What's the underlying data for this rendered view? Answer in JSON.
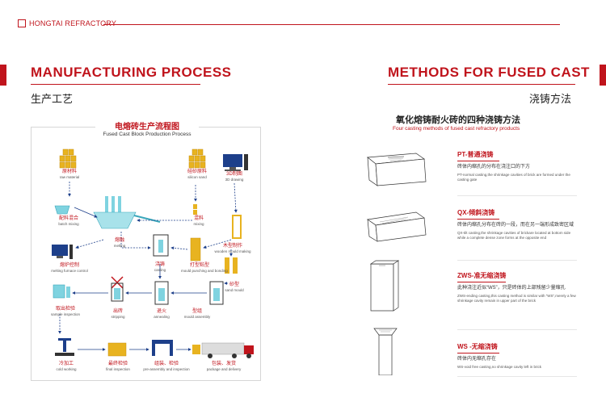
{
  "header": {
    "brand": "HONGTAI REFRACTORY"
  },
  "left": {
    "title": "MANUFACTURING PROCESS",
    "subtitle_cn": "生产工艺",
    "flow_title_cn": "电熔砖生产流程图",
    "flow_title_en": "Fused Cast Block Production Process",
    "nodes": [
      {
        "key": "raw",
        "cn": "原材料",
        "en": "raw material"
      },
      {
        "key": "silicon",
        "cn": "硅砂原料",
        "en": "silicon sand"
      },
      {
        "key": "drawing",
        "cn": "3D制图",
        "en": "3D drawing"
      },
      {
        "key": "batch",
        "cn": "配料混合",
        "en": "batch mixing"
      },
      {
        "key": "mixing",
        "cn": "混料",
        "en": "mixing"
      },
      {
        "key": "melting",
        "cn": "熔融",
        "en": "melting"
      },
      {
        "key": "wooden",
        "cn": "木型制作",
        "en": "wooden mould making"
      },
      {
        "key": "control",
        "cn": "熔炉控制",
        "en": "melting furnace control"
      },
      {
        "key": "casting",
        "cn": "浇铸",
        "en": "casting"
      },
      {
        "key": "punch",
        "cn": "打型粘型",
        "en": "mould punching and bonding"
      },
      {
        "key": "sand",
        "cn": "砂型",
        "en": "sand mould"
      },
      {
        "key": "sample",
        "cn": "取出检验",
        "en": "sample inspection"
      },
      {
        "key": "stripping",
        "cn": "出砖",
        "en": "stripping"
      },
      {
        "key": "annealing",
        "cn": "退火",
        "en": "annealing"
      },
      {
        "key": "assembly",
        "cn": "型组",
        "en": "mould assembly"
      },
      {
        "key": "cold",
        "cn": "冷加工",
        "en": "cold working"
      },
      {
        "key": "final",
        "cn": "最终检验",
        "en": "final inspection"
      },
      {
        "key": "preasm",
        "cn": "组装、检验",
        "en": "pre-assembly and inspection"
      },
      {
        "key": "package",
        "cn": "包装、发货",
        "en": "package and delivery"
      }
    ]
  },
  "right": {
    "title": "METHODS FOR FUSED CAST",
    "subtitle_cn": "浇铸方法",
    "section_cn": "氧化熔铸耐火砖的四种浇铸方法",
    "section_en": "Four casting methods of fused cast refractory products",
    "methods": [
      {
        "title": "PT-普通浇铸",
        "cn": "砖体内缩孔的分布在浇注口的下方",
        "en": "PT-normal casting,the shrinkage cavities of brick are formed under the casting gate"
      },
      {
        "title": "QX-倾斜浇铸",
        "cn": "砖体内缩孔分布在砖的一段，而在另一端形成致密区域",
        "en": "QX-tilt casting,the shrinkage cavities of brickare located at bottom side while a complete dense zone forms at the opposite end"
      },
      {
        "title": "ZWS-准无缩浇铸",
        "cn": "此种浇注近似“WS”，只是砖体的上部残留少量缩孔",
        "en": "ZWS-ending casting,this casting method is similar with “WS”,merely a few shrinkage cavity remain in upper part of the brick"
      },
      {
        "title": "WS -无缩浇铸",
        "cn": "砖体内无缩孔存在",
        "en": "WS-void free casting,no shrinkage cavity left in brick"
      }
    ]
  }
}
